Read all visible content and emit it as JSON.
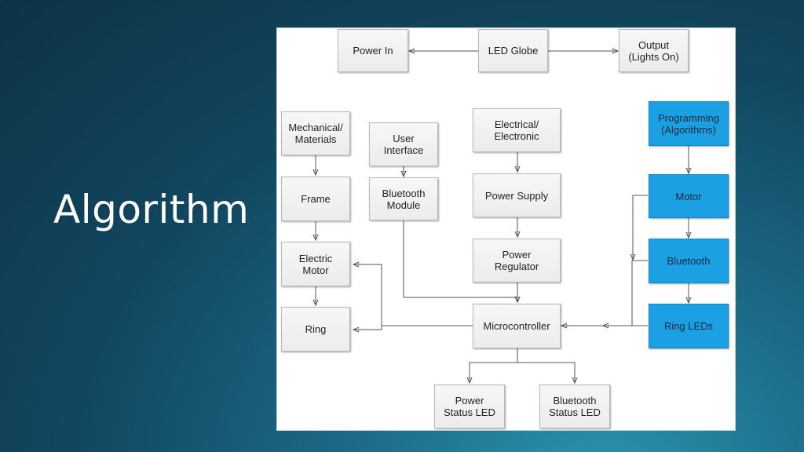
{
  "slide": {
    "title": "Algorithm"
  },
  "diagram": {
    "top": {
      "power_in": "Power In",
      "led_globe": "LED Globe",
      "output": "Output\n(Lights On)"
    },
    "mechanical": {
      "materials": "Mechanical/\nMaterials",
      "frame": "Frame",
      "electric_motor": "Electric\nMotor",
      "ring": "Ring"
    },
    "interface": {
      "user_interface": "User\nInterface",
      "bluetooth_module": "Bluetooth\nModule"
    },
    "electrical": {
      "electronic": "Electrical/\nElectronic",
      "power_supply": "Power Supply",
      "power_regulator": "Power\nRegulator",
      "microcontroller": "Microcontroller"
    },
    "status": {
      "power_led": "Power\nStatus LED",
      "bluetooth_led": "Bluetooth\nStatus LED"
    },
    "programming": {
      "algorithms": "Programming\n(Algorithms)",
      "motor": "Motor",
      "bluetooth": "Bluetooth",
      "ring_leds": "Ring LEDs"
    },
    "colors": {
      "highlight": "#1aa0e3",
      "box": "#f0f0f0",
      "connector": "#555555"
    }
  }
}
